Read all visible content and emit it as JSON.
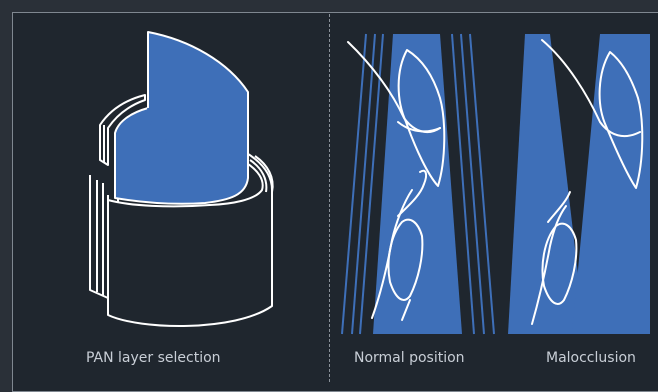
{
  "captions": {
    "pan_layer": "PAN layer selection",
    "normal": "Normal position",
    "malocclusion": "Malocclusion"
  },
  "colors": {
    "background": "#2a3038",
    "panel": "#1f262e",
    "accent_blue": "#3e6fb8",
    "line_white": "#ffffff",
    "text": "#c8ced6"
  },
  "icons": {
    "left": "pan-layer-cylinder-icon",
    "middle": "tooth-normal-position-icon",
    "right": "tooth-malocclusion-icon"
  }
}
